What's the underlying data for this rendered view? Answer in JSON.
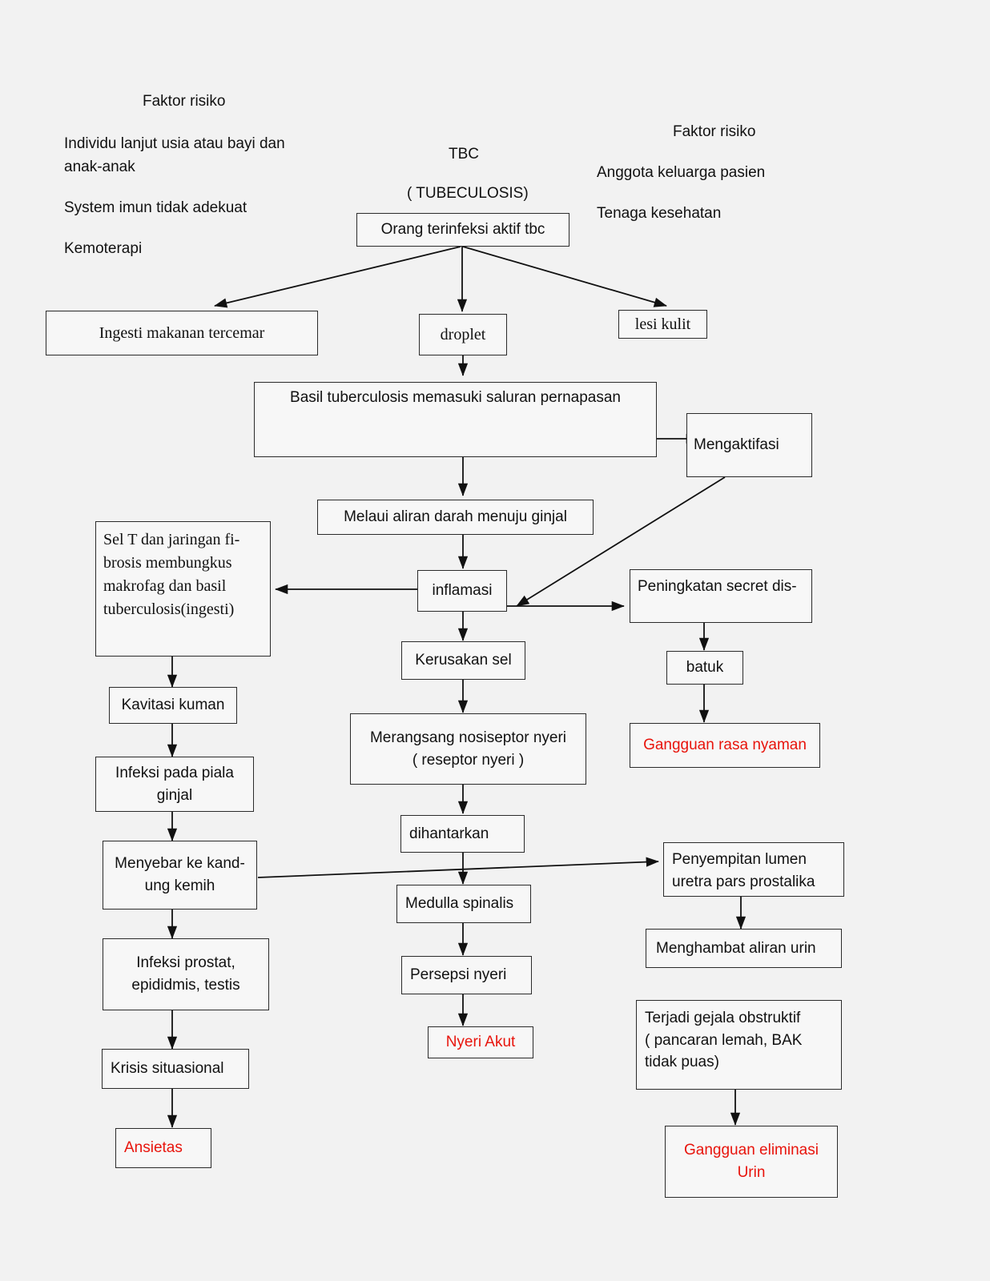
{
  "diagram": {
    "title_text": "TBC",
    "subtitle_text": "( TUBECULOSIS)",
    "background_color": "#f2f2f2",
    "red_color": "#e8140c",
    "box_border_color": "#2b2b2b"
  },
  "notes": {
    "left_heading": "Faktor risiko",
    "left_item_1": "Individu lanjut usia atau bayi dan\nanak-anak",
    "left_item_2": "System imun tidak adekuat",
    "left_item_3": "Kemoterapi",
    "right_heading": "Faktor risiko",
    "right_item_1": "Anggota keluarga pasien",
    "right_item_2": "Tenaga kesehatan"
  },
  "nodes": {
    "orang_terinfeksi": "Orang terinfeksi aktif tbc",
    "ingesti": "Ingesti makanan tercemar",
    "droplet": "droplet",
    "lesi_kulit": "lesi kulit",
    "basil": "Basil tuberculosis memasuki saluran pernapasan",
    "mengaktifasi": "Mengaktifasi",
    "melaui_aliran": "Melaui aliran darah menuju ginjal",
    "sel_t": "Sel T dan jaringan fi-\nbrosis membungkus\nmakrofag dan basil\ntuberculosis(ingesti)",
    "inflamasi": "inflamasi",
    "peningkatan_secret": "Peningkatan secret dis-",
    "kerusakan_sel": "Kerusakan sel",
    "batuk": "batuk",
    "gangguan_rasa_nyaman": "Gangguan rasa nyaman",
    "kavitasi": "Kavitasi kuman",
    "infeksi_piala": "Infeksi  pada piala\nginjal",
    "merangsang": "Merangsang nosiseptor nyeri\n( reseptor nyeri )",
    "menyebar": "Menyebar ke kand-\nung kemih",
    "dihantarkan": "dihantarkan",
    "penyempitan": "Penyempitan lumen\nuretra pars prostalika",
    "medulla": "Medulla spinalis",
    "menghambat": "Menghambat aliran urin",
    "infeksi_prostat": "Infeksi prostat,\nepididmis, testis",
    "persepsi_nyeri": "Persepsi nyeri",
    "terjadi_gejala": "Terjadi gejala obstruktif\n( pancaran lemah, BAK\ntidak puas)",
    "nyeri_akut": "Nyeri Akut",
    "krisis": "Krisis situasional",
    "ansietas": "Ansietas",
    "gangguan_eliminasi": "Gangguan eliminasi\nUrin"
  }
}
